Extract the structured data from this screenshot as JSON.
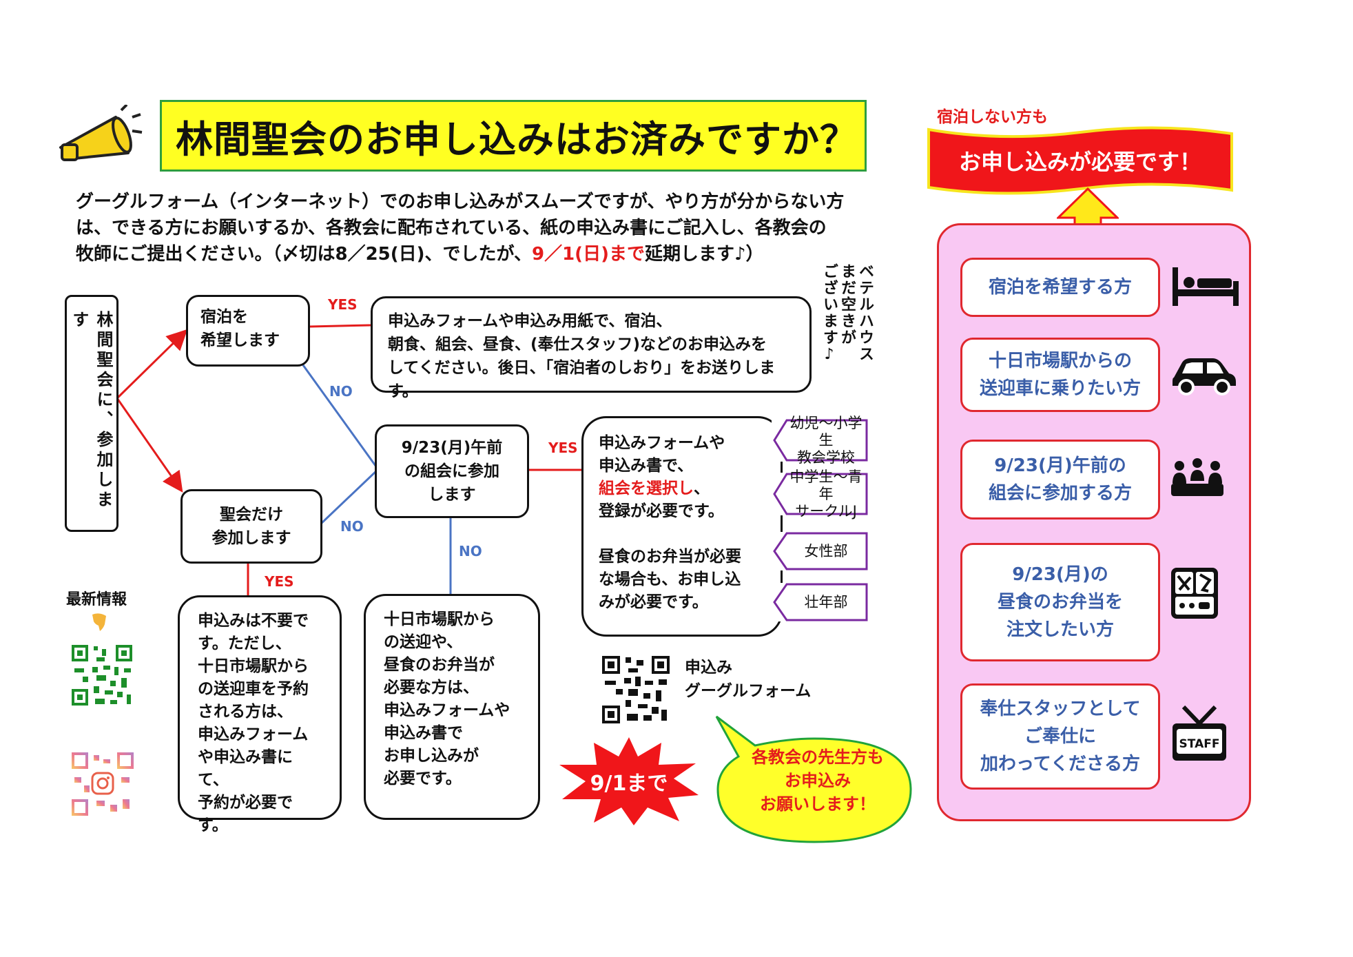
{
  "header": {
    "title": "林間聖会のお申し込みはお済みですか？",
    "megaphone_icon": "megaphone-icon"
  },
  "intro": {
    "line1": "グーグルフォーム（インターネット）でのお申し込みがスムーズですが、やり方が分からない方",
    "line2": "は、できる方にお願いするか、各教会に配布されている、紙の申込み書にご記入し、各教会の",
    "line3_a": "牧師にご提出ください。（〆切は8／25(日)、でしたが、",
    "line3_highlight": "9／1(日)まで",
    "line3_b": "延期します♪）"
  },
  "flow": {
    "start": "林間聖会に、参加します",
    "stay": "宿泊を\n希望します",
    "attend_only": "聖会だけ\n参加します",
    "stay_yes_box": "申込みフォームや申込み用紙で、宿泊、\n朝食、組会、昼食、(奉仕スタッフ)などのお申込みを\nしてください。後日、「宿泊者のしおり」をお送りします。",
    "bethel_note": "ベテルハウス\nまだ空きが\nございます♪",
    "group_question": "9/23(月)午前\nの組会に参加\nします",
    "group_yes_a": "申込みフォームや\n申込み書で、",
    "group_yes_red": "組会を選択し",
    "group_yes_b": "、\n登録が必要です。\n\n昼食のお弁当が必要\nな場合も、お申し込\nみが必要です。",
    "group_no_box": "十日市場駅から\nの送迎や、\n昼食のお弁当が\n必要な方は、\n申込みフォームや\n申込み書で\nお申し込みが\n必要です。",
    "attend_yes_box": "申込みは不要で\nす。ただし、\n十日市場駅から\nの送迎車を予約\nされる方は、\n申込みフォーム\nや申込み書にて、\n予約が必要です。",
    "yes": "YES",
    "no": "NO",
    "tags": [
      "幼児～小学生\n教会学校",
      "中学生～青年\nサークルJ",
      "女性部",
      "壮年部"
    ]
  },
  "sidebar": {
    "latest_info": "最新情報",
    "pointer_icon": "pointing-down-icon",
    "form_qr_label": "申込み\nグーグルフォーム",
    "deadline_badge": "9/1まで",
    "bubble": "各教会の先生方も\nお申込み\nお願いします！"
  },
  "right_panel": {
    "note_top": "宿泊しない方も",
    "banner": "お申し込みが必要です！",
    "items": [
      {
        "label": "宿泊を希望する方",
        "icon": "bed-icon"
      },
      {
        "label": "十日市場駅からの\n送迎車に乗りたい方",
        "icon": "car-icon"
      },
      {
        "label": "9/23(月)午前の\n組会に参加する方",
        "icon": "group-meeting-icon"
      },
      {
        "label": "9/23(月)の\n昼食のお弁当を\n注文したい方",
        "icon": "bento-icon"
      },
      {
        "label": "奉仕スタッフとして\nご奉仕に\n加わってくださる方",
        "icon": "staff-badge-icon"
      }
    ],
    "staff_text": "STAFF"
  },
  "colors": {
    "title_bg": "#ffff22",
    "title_border": "#2e9e3e",
    "red": "#e41c1c",
    "blue_line": "#4a74c4",
    "panel_bg": "#f9c8f3",
    "tag_border": "#7a2aa0",
    "bubble_bg": "#ffff2a"
  }
}
